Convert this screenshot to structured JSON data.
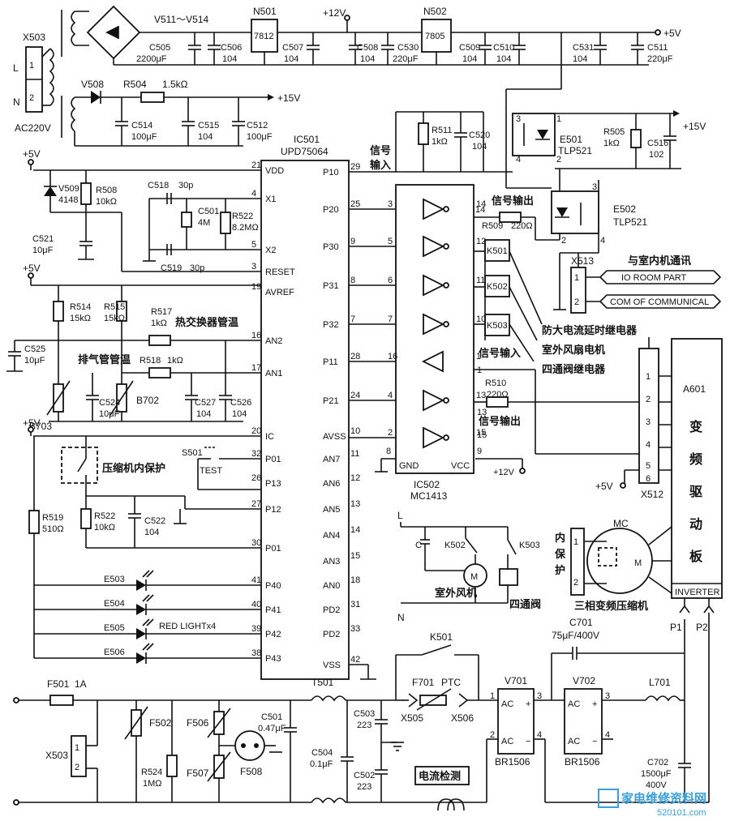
{
  "ic501": {
    "name": "IC501",
    "part": "UPD75064",
    "left_pins": [
      {
        "num": "21",
        "label": "VDD"
      },
      {
        "num": "4",
        "label": "X1"
      },
      {
        "num": "5",
        "label": "X2"
      },
      {
        "num": "3",
        "label": "RESET"
      },
      {
        "num": "19",
        "label": "AVREF"
      },
      {
        "num": "16",
        "label": "AN2"
      },
      {
        "num": "17",
        "label": "AN1"
      },
      {
        "num": "20",
        "label": "IC"
      },
      {
        "num": "32",
        "label": "P01"
      },
      {
        "num": "26",
        "label": "P13"
      },
      {
        "num": "27",
        "label": "P12"
      },
      {
        "num": "30",
        "label": "P01"
      },
      {
        "num": "41",
        "label": "P40"
      },
      {
        "num": "40",
        "label": "P41"
      },
      {
        "num": "39",
        "label": "P42"
      },
      {
        "num": "38",
        "label": "P43"
      }
    ],
    "right_pins": [
      {
        "num": "29",
        "label": "P10"
      },
      {
        "num": "25",
        "label": "P20"
      },
      {
        "num": "9",
        "label": "P30"
      },
      {
        "num": "8",
        "label": "P31"
      },
      {
        "num": "7",
        "label": "P32"
      },
      {
        "num": "28",
        "label": "P11"
      },
      {
        "num": "24",
        "label": "P21"
      },
      {
        "num": "10",
        "label": "AVSS"
      },
      {
        "num": "11",
        "label": "AN7"
      },
      {
        "num": "12",
        "label": "AN6"
      },
      {
        "num": "13",
        "label": "AN5"
      },
      {
        "num": "14",
        "label": "AN4"
      },
      {
        "num": "15",
        "label": "AN3"
      },
      {
        "num": "18",
        "label": "AN0"
      },
      {
        "num": "31",
        "label": "PD2"
      },
      {
        "num": "33",
        "label": "PD2"
      },
      {
        "num": "42",
        "label": "VSS"
      }
    ]
  },
  "ic502": {
    "name": "IC502",
    "part": "MC1413",
    "gnd": "GND",
    "vcc": "VCC",
    "in_pins": [
      "3",
      "5",
      "6",
      "7",
      "16",
      "4",
      "2"
    ],
    "out_pins": [
      "14",
      "12",
      "11",
      "10",
      "1",
      "13",
      "15"
    ],
    "gnd_pin": "8",
    "vcc_pin": "9"
  },
  "labels": {
    "v511": "V511～V514",
    "n501": "N501",
    "n501_part": "7812",
    "n502": "N502",
    "n502_part": "7805",
    "plus12v": "+12V",
    "plus5v": "+5V",
    "plus15v": "+15V",
    "x503": "X503",
    "x503b": "X503",
    "L": "L",
    "N": "N",
    "ac220": "AC220V",
    "pin1": "1",
    "pin2": "2",
    "c505": "C505",
    "c505v": "2200μF",
    "c506": "C506",
    "c506v": "104",
    "c507": "C507",
    "c507v": "104",
    "c508": "C508",
    "c508v": "104",
    "c530": "C530",
    "c530v": "220μF",
    "c509": "C509",
    "c509v": "104",
    "c510": "C510",
    "c510v": "104",
    "c531": "C531",
    "c531v": "104",
    "c511": "C511",
    "c511v": "220μF",
    "v508": "V508",
    "r504": "R504",
    "r504v": "1.5kΩ",
    "c514": "C514",
    "c514v": "100μF",
    "c515": "C515",
    "c515v": "104",
    "c512": "C512",
    "c512v": "100μF",
    "r511": "R511",
    "r511v": "1kΩ",
    "c520": "C520",
    "c520v": "104",
    "e501": "E501",
    "e501p": "TLP521",
    "r505": "R505",
    "r505v": "1kΩ",
    "c516": "C516",
    "c516v": "102",
    "e502": "E502",
    "e502p": "TLP521",
    "sig_in1": "信号",
    "sig_in2": "输入",
    "sig_out": "信号输出",
    "r509": "R509",
    "r509v": "220Ω",
    "x513": "X513",
    "comm": "与室内机通讯",
    "io_room": "IO ROOM PART",
    "com_comm": "COM OF COMMUNICAL",
    "k501": "K501",
    "k502": "K502",
    "k503": "K503",
    "relay1": "防大电流延时继电器",
    "relay2": "室外风扇电机",
    "relay3": "四通阀继电器",
    "sig_in_b": "信号输入",
    "r510": "R510",
    "r510v": "220Ω",
    "sig_out_b": "信号输出",
    "a601": "A601",
    "a601_text": "变频驱动板",
    "inverter": "INVERTER",
    "x512": "X512",
    "v509": "V509",
    "v509v": "4148",
    "r508": "R508",
    "r508v": "10kΩ",
    "c521": "C521",
    "c521v": "10μF",
    "c518": "C518",
    "c518v": "30p",
    "c501x": "C501",
    "c501xv": "4M",
    "r522a": "R522",
    "r522av": "8.2MΩ",
    "c519": "C519",
    "c519v": "30p",
    "r514": "R514",
    "r514v": "15kΩ",
    "r515": "R515",
    "r515v": "15kΩ",
    "r517": "R517",
    "r517v": "1kΩ",
    "heat_ex": "热交换器管温",
    "c525": "C525",
    "c525v": "10μF",
    "exhaust": "排气管管温",
    "r518": "R518",
    "r518v": "1kΩ",
    "b703": "B703",
    "b702": "B702",
    "c524": "C524",
    "c524v": "10μF",
    "c527": "C527",
    "c527v": "104",
    "c526": "C526",
    "c526v": "104",
    "comp_prot": "压缩机内保护",
    "s501": "S501",
    "test": "TEST",
    "r519": "R519",
    "r519v": "510Ω",
    "r522": "R522",
    "r522v": "10kΩ",
    "c522": "C522",
    "c522v": "104",
    "e503": "E503",
    "e504": "E504",
    "e505": "E505",
    "e506": "E506",
    "red_light": "RED LIGHTx4",
    "mc": "MC",
    "inner_prot": "内保护",
    "compressor": "三相变频压缩机",
    "fan_motor": "室外风机",
    "four_way": "四通阀",
    "M": "M",
    "C": "C",
    "f501": "F501",
    "f501v": "1A",
    "f502": "F502",
    "f506": "F506",
    "f507": "F507",
    "f508": "F508",
    "r524": "R524",
    "r524v": "1MΩ",
    "c501": "C501",
    "c501v": "0.47μF",
    "t501": "T501",
    "c503": "C503",
    "c503v": "223",
    "c504": "C504",
    "c504v": "0.1μF",
    "c502": "C502",
    "c502v": "223",
    "current_det": "电流检测",
    "f701": "F701",
    "ptc": "PTC",
    "x505": "X505",
    "x506": "X506",
    "v701": "V701",
    "v702": "V702",
    "br1": "BR1506",
    "br2": "BR1506",
    "ac": "AC",
    "c701": "C701",
    "c701v": "75μF/400V",
    "l701": "L701",
    "c702": "C702",
    "c702v": "1500μF",
    "c702v2": "400V",
    "p1": "P1",
    "p2": "P2",
    "watermark": "家电维修资料网",
    "watermark_url": "520101.com"
  }
}
